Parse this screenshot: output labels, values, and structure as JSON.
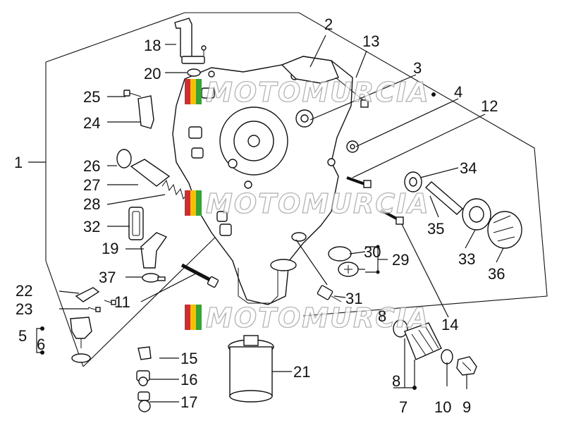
{
  "watermark": {
    "text": "MOTOMURCIA",
    "stripe_colors": [
      "#d62b2b",
      "#f2c200",
      "#3aa03a"
    ]
  },
  "callouts": [
    {
      "id": "c1",
      "label": "1"
    },
    {
      "id": "c2",
      "label": "2"
    },
    {
      "id": "c3",
      "label": "3"
    },
    {
      "id": "c4",
      "label": "4"
    },
    {
      "id": "c5",
      "label": "5"
    },
    {
      "id": "c6",
      "label": "6"
    },
    {
      "id": "c7",
      "label": "7"
    },
    {
      "id": "c8a",
      "label": "8"
    },
    {
      "id": "c8b",
      "label": "8"
    },
    {
      "id": "c9",
      "label": "9"
    },
    {
      "id": "c10",
      "label": "10"
    },
    {
      "id": "c11",
      "label": "11"
    },
    {
      "id": "c12",
      "label": "12"
    },
    {
      "id": "c13",
      "label": "13"
    },
    {
      "id": "c14",
      "label": "14"
    },
    {
      "id": "c15",
      "label": "15"
    },
    {
      "id": "c16",
      "label": "16"
    },
    {
      "id": "c17",
      "label": "17"
    },
    {
      "id": "c18",
      "label": "18"
    },
    {
      "id": "c19",
      "label": "19"
    },
    {
      "id": "c20",
      "label": "20"
    },
    {
      "id": "c21",
      "label": "21"
    },
    {
      "id": "c22",
      "label": "22"
    },
    {
      "id": "c23",
      "label": "23"
    },
    {
      "id": "c24",
      "label": "24"
    },
    {
      "id": "c25",
      "label": "25"
    },
    {
      "id": "c26",
      "label": "26"
    },
    {
      "id": "c27",
      "label": "27"
    },
    {
      "id": "c28",
      "label": "28"
    },
    {
      "id": "c29",
      "label": "29"
    },
    {
      "id": "c30",
      "label": "30"
    },
    {
      "id": "c31",
      "label": "31"
    },
    {
      "id": "c32",
      "label": "32"
    },
    {
      "id": "c33",
      "label": "33"
    },
    {
      "id": "c34",
      "label": "34"
    },
    {
      "id": "c35",
      "label": "35"
    },
    {
      "id": "c36",
      "label": "36"
    },
    {
      "id": "c37",
      "label": "37"
    }
  ]
}
